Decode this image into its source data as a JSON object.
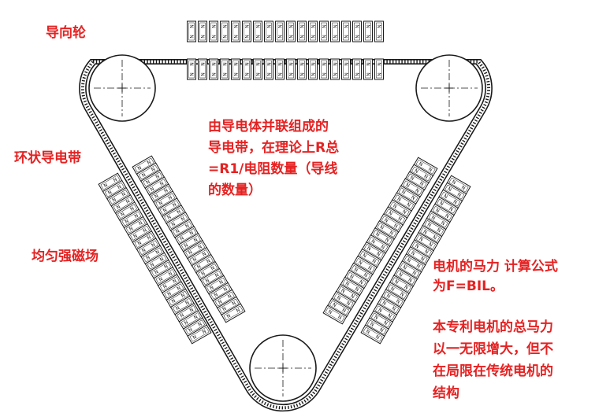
{
  "labels": {
    "guide_wheel": "导向轮",
    "belt": "环状导电带",
    "field": "均匀强磁场",
    "note_lines": [
      "由导电体并联组成的",
      "导电带，在理论上R总",
      "=R1/电阻数量（导线",
      "的数量）"
    ],
    "force_lines": [
      "电机的马力 计算公式",
      "为F=BIL。"
    ],
    "power_lines": [
      "本专利电机的总马力",
      "以一无限增大，但不",
      "在局限在传统电机的",
      "结构"
    ]
  },
  "magnet_label": "N",
  "colors": {
    "annotation": "#e52222",
    "line": "#1a1a1a",
    "background": "#ffffff"
  }
}
